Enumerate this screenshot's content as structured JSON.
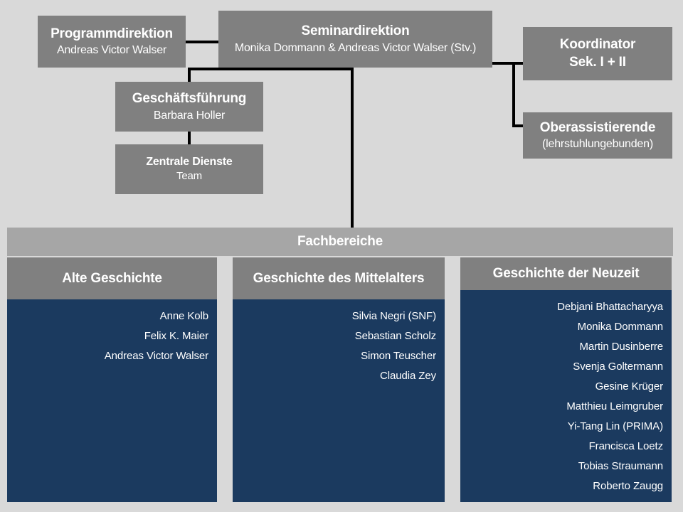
{
  "colors": {
    "background": "#d9d9d9",
    "box_gray": "#808080",
    "bar_gray": "#a6a6a6",
    "panel_navy": "#1b3a5f",
    "text": "#ffffff",
    "connector": "#000000"
  },
  "boxes": {
    "programmdirektion": {
      "title": "Programmdirektion",
      "subtitle": "Andreas Victor Walser"
    },
    "seminardirektion": {
      "title": "Seminardirektion",
      "subtitle": "Monika Dommann & Andreas Victor Walser (Stv.)"
    },
    "koordinator": {
      "title": "Koordinator",
      "subtitle": "Sek. I + II"
    },
    "oberassistierende": {
      "title": "Oberassistierende",
      "subtitle": "(lehrstuhlungebunden)"
    },
    "geschaeftsfuehrung": {
      "title": "Geschäftsführung",
      "subtitle": "Barbara Holler"
    },
    "zentrale_dienste": {
      "title": "Zentrale Dienste",
      "subtitle": "Team"
    }
  },
  "fachbereiche": {
    "label": "Fachbereiche",
    "departments": [
      {
        "name": "Alte Geschichte",
        "members": [
          "Anne Kolb",
          "Felix K. Maier",
          "Andreas Victor Walser"
        ]
      },
      {
        "name": "Geschichte des Mittelalters",
        "members": [
          "Silvia Negri (SNF)",
          "Sebastian Scholz",
          "Simon Teuscher",
          "Claudia Zey"
        ]
      },
      {
        "name": "Geschichte der Neuzeit",
        "members": [
          "Debjani Bhattacharyya",
          "Monika Dommann",
          "Martin Dusinberre",
          "Svenja Goltermann",
          "Gesine Krüger",
          "Matthieu Leimgruber",
          "Yi-Tang Lin (PRIMA)",
          "Francisca Loetz",
          "Tobias Straumann",
          "Roberto Zaugg"
        ]
      }
    ]
  }
}
